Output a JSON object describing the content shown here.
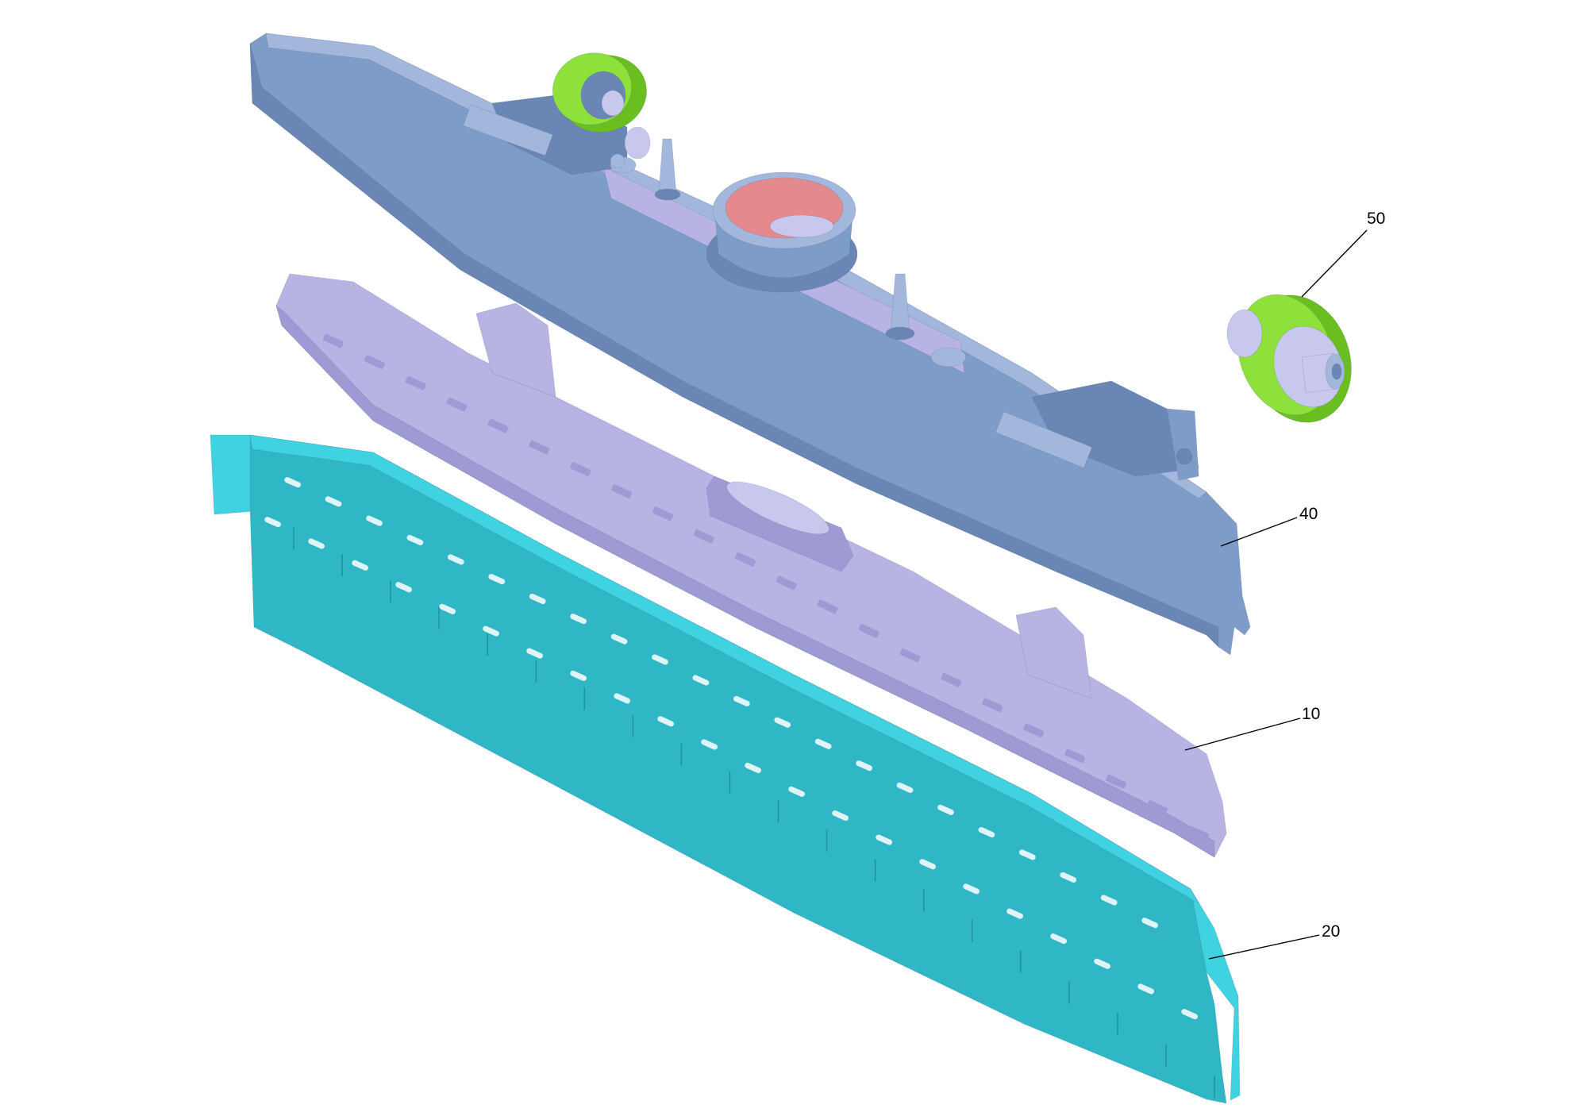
{
  "parts": [
    {
      "id": "part-50",
      "label": "50",
      "name": "wheel",
      "color": "#8EE03A"
    },
    {
      "id": "part-40",
      "label": "40",
      "name": "squeegee-body",
      "color": "#7E9CC8"
    },
    {
      "id": "part-10",
      "label": "10",
      "name": "blade-holder",
      "color": "#B7B4E4"
    },
    {
      "id": "part-20",
      "label": "20",
      "name": "squeegee-blade",
      "color": "#2FB7C6"
    }
  ],
  "colors": {
    "body": "#7E9CC8",
    "body_dark": "#6A86B4",
    "body_light": "#A3B7DC",
    "holder": "#B7B4E4",
    "holder_dark": "#9E9BD4",
    "blade": "#2FB7C6",
    "blade_light": "#3FD2E0",
    "wheel": "#8EE03A",
    "wheel_dark": "#6BBE20",
    "hub": "#C8C8EE",
    "inlet_inner": "#E48A8E"
  }
}
